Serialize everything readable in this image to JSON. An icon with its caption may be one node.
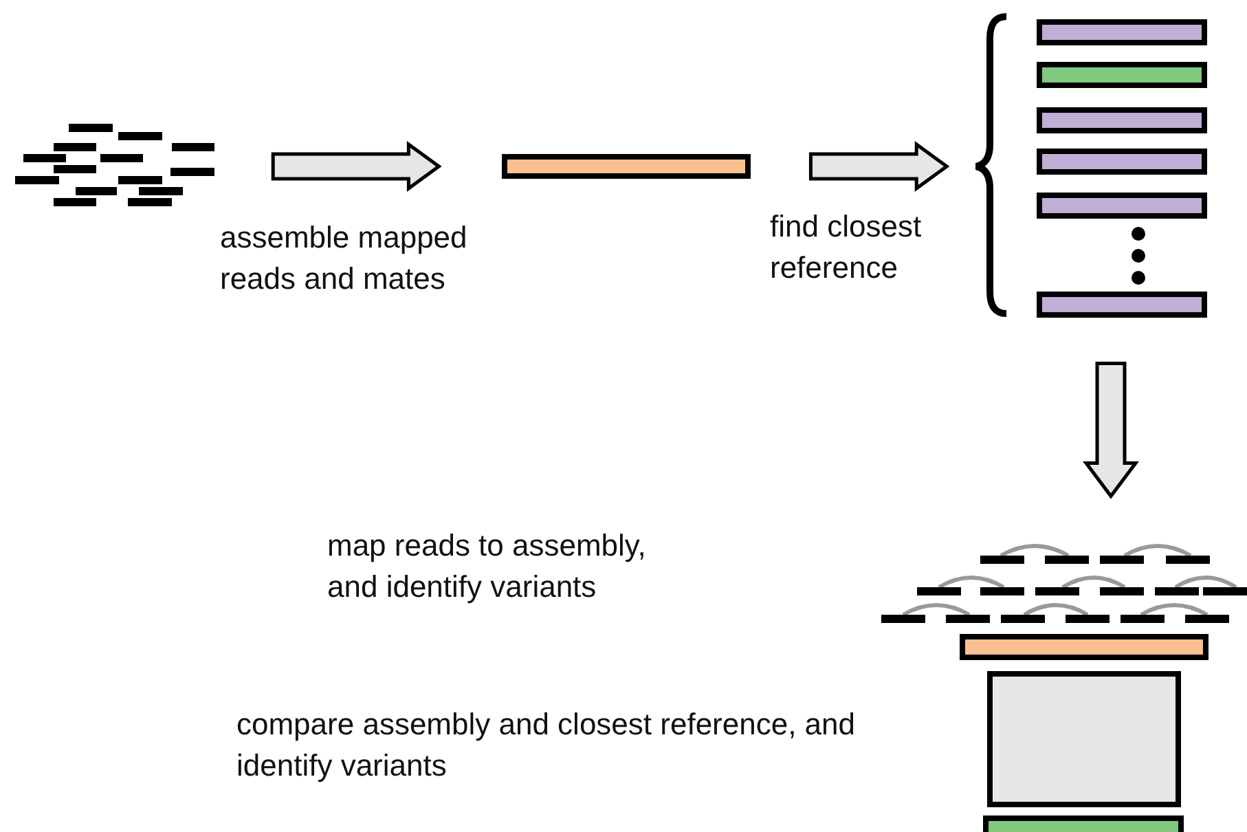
{
  "diagram": {
    "nodes": [
      {
        "text": [],
        "shape": "picture"
      },
      {
        "text": [],
        "shape": "bar"
      },
      {
        "text": [],
        "shape": "picture"
      },
      {
        "text": [],
        "shape": "picture"
      },
      {
        "text": [],
        "shape": "box"
      },
      {
        "text": [],
        "shape": "bar"
      }
    ],
    "edges": [
      {
        "from": 0,
        "to": 1,
        "arrow": "to",
        "label": "assemble mapped reads and mates"
      },
      {
        "from": 1,
        "to": 2,
        "arrow": "to",
        "label": "find closest reference"
      },
      {
        "from": 2,
        "to": 3,
        "arrow": "to"
      }
    ],
    "labels": [
      "map reads to assembly, and identify variants",
      "compare assembly and closest reference, and identify variants"
    ]
  }
}
